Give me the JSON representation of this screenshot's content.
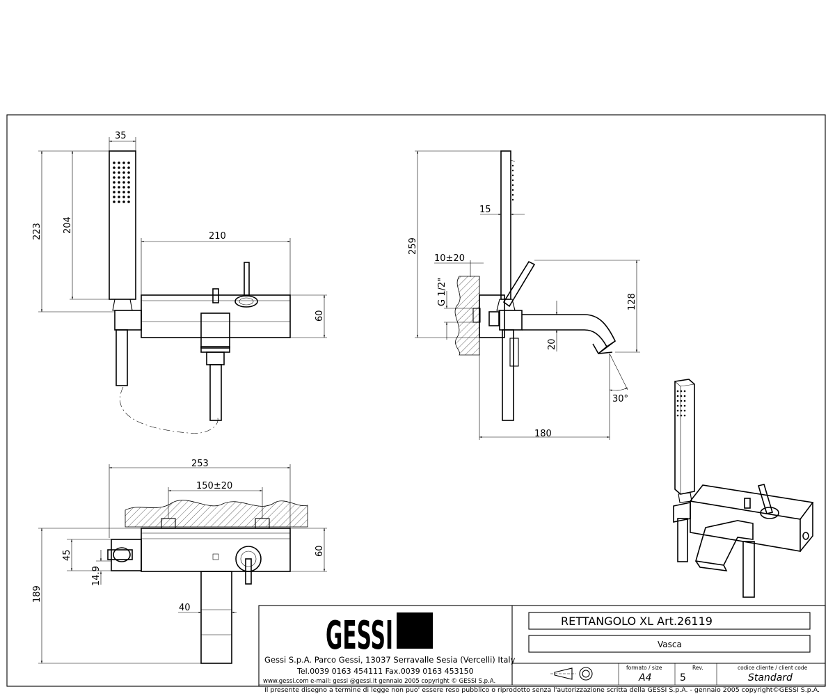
{
  "dimensions": {
    "front": {
      "shower_width": "35",
      "shower_total_height": "223",
      "shower_head_height": "204",
      "body_length": "210",
      "body_height": "60"
    },
    "side": {
      "total_height": "259",
      "hand_shower_depth": "15",
      "wall_tolerance": "10±20",
      "thread": "G  1/2\"",
      "lever_height": "128",
      "spout_drop": "20",
      "spout_angle": "30°",
      "projection": "180"
    },
    "plan": {
      "total_width": "253",
      "inlet_spacing": "150±20",
      "body_depth": "60",
      "support_offset": "45",
      "support_thickness": "14.9",
      "total_depth": "189",
      "spout_width": "40"
    }
  },
  "title_block": {
    "logo": "GESSI",
    "company_line": "Gessi S.p.A. Parco Gessi, 13037 Serravalle Sesia (Vercelli) Italy",
    "contact_line": "Tel.0039  0163  454111  Fax.0039  0163  453150",
    "web_line": "www.gessi.com  e-mail:  gessi @gessi.it    gennaio  2005   copyright © GESSI  S.p.A.",
    "product_title": "RETTANGOLO  XL      Art.26119",
    "product_subtitle": "Vasca",
    "format_label": "formato  /  size",
    "format_value": "A4",
    "rev_label": "Rev.",
    "rev_value": "5",
    "client_label": "codice cliente  /  client code",
    "client_value": "Standard",
    "legal_line": "Il  presente  disegno  a  termine  di  legge  non  puo'  essere  reso  pubblico  o  riprodotto  senza  l'autorizzazione  scritta  della  GESSI  S.p.A.  -  gennaio  2005   copyright©GESSI  S.p.A."
  }
}
